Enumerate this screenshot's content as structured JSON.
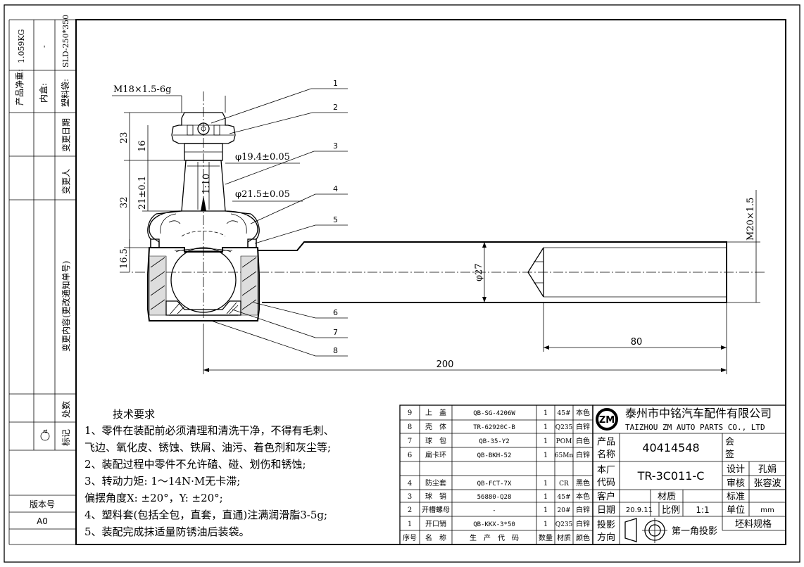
{
  "side_panel": {
    "weight_label": "产品净重:",
    "weight_value": "1.059KG",
    "inner_box_label": "内盒:",
    "inner_box_value": "-",
    "plastic_bag_label": "塑料袋:",
    "plastic_bag_value": "SLD-250*350",
    "change_date_label": "变更日期",
    "changer_label": "变更人",
    "change_content_label": "变更内容(更改通知单号)",
    "place_count_label": "处数",
    "mark_label": "标记",
    "mark_value": "a",
    "version_label": "版本号",
    "version_value": "A0"
  },
  "dimensions": {
    "thread_top": "M18×1.5-6g",
    "d_194": "φ19.4±0.05",
    "d_215": "φ21.5±0.05",
    "h_23": "23",
    "h_16": "16",
    "h_21": "21±0.1",
    "h_32": "32",
    "h_165": "16.5",
    "taper": "1:10",
    "thread_right": "M20×1.5",
    "d_27": "φ27",
    "len_80": "80",
    "len_200": "200"
  },
  "balloons": [
    "1",
    "2",
    "3",
    "4",
    "5",
    "6",
    "7",
    "8"
  ],
  "tech_requirements": {
    "title": "技术要求",
    "lines": [
      "1、零件在装配前必须清理和清洗干净，不得有毛刺、",
      "飞边、氧化皮、锈蚀、铁屑、油污、着色剂和灰尘等;",
      "2、装配过程中零件不允许磕、碰、划伤和锈蚀;",
      "3、转动力矩: 1～14N·M无卡滞;",
      "偏摆角度X: ±20°，Y: ±20°;",
      "4、塑料套(包括全包，直套，直通)注满润滑脂3-5g;",
      "5、装配完成抹适量防锈油后装袋。"
    ]
  },
  "bom": {
    "rows": [
      {
        "no": "9",
        "name": "上　盖",
        "code": "QB-SG-4206W",
        "qty": "1",
        "mat": "45#",
        "color": "本色"
      },
      {
        "no": "8",
        "name": "壳　体",
        "code": "TR-62920C-B",
        "qty": "1",
        "mat": "Q235",
        "color": "白锌"
      },
      {
        "no": "7",
        "name": "球　包",
        "code": "QB-35-Y2",
        "qty": "1",
        "mat": "POM",
        "color": "白色"
      },
      {
        "no": "6",
        "name": "扁卡环",
        "code": "QB-BKH-52",
        "qty": "1",
        "mat": "65Mn",
        "color": "白锌"
      },
      {
        "no": "",
        "name": "",
        "code": "",
        "qty": "",
        "mat": "",
        "color": ""
      },
      {
        "no": "4",
        "name": "防尘套",
        "code": "QB-FCT-7X",
        "qty": "1",
        "mat": "CR",
        "color": "黑色"
      },
      {
        "no": "3",
        "name": "球　销",
        "code": "56880-Q28",
        "qty": "1",
        "mat": "45#",
        "color": "本色"
      },
      {
        "no": "2",
        "name": "开槽螺母",
        "code": "-",
        "qty": "1",
        "mat": "20#",
        "color": "白锌"
      },
      {
        "no": "1",
        "name": "开口销",
        "code": "QB-KKX-3*50",
        "qty": "1",
        "mat": "Q235",
        "color": "白锌"
      }
    ],
    "header": {
      "no": "序号",
      "name": "名　称",
      "code": "生　产　代　码",
      "qty": "数量",
      "mat": "材质",
      "color": "颜色"
    }
  },
  "title_block": {
    "company_cn": "泰州市中铭汽车配件有限公司",
    "company_en": "TAIZHOU ZM AUTO PARTS CO., LTD",
    "logo_text": "ZM",
    "product_name_label": "产品名称",
    "product_name_value": "40414548",
    "countersign_label": "会签",
    "factory_code_label": "本厂代码",
    "factory_code_value": "TR-3C011-C",
    "design_label": "设计",
    "design_value": "孔娟",
    "review_label": "审核",
    "review_value": "张容波",
    "standard_label": "标准",
    "customer_label": "客户",
    "material_label": "材质",
    "date_label": "日期",
    "date_value": "20.9.11",
    "scale_label": "比例",
    "scale_value": "1:1",
    "unit_label": "单位",
    "unit_value": "mm",
    "projection_dir_label": "投影方向",
    "projection_text": "第一角投影",
    "blank_spec_label": "坯料规格"
  }
}
